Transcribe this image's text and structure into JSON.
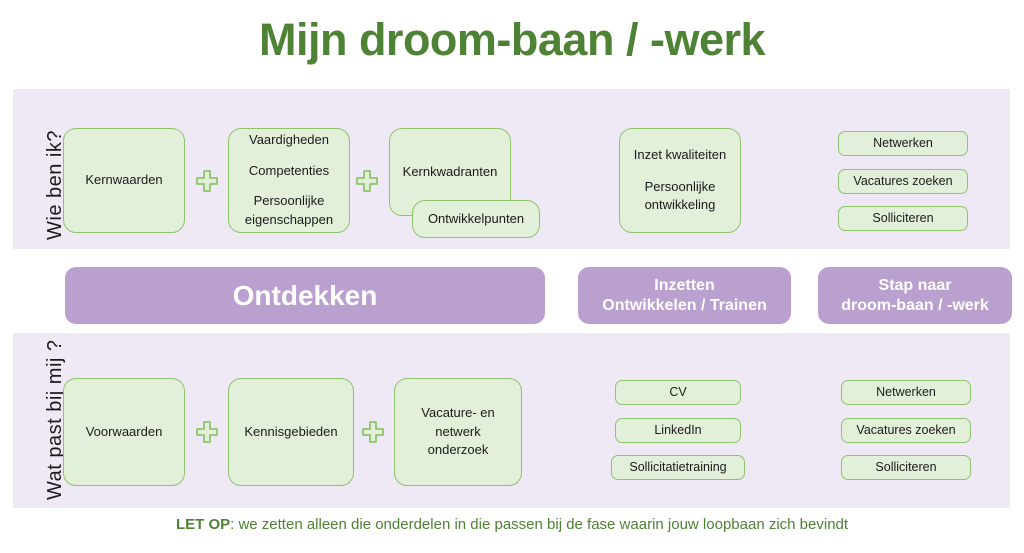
{
  "title": "Mijn droom-baan / -werk",
  "colors": {
    "title_green": "#4E8234",
    "panel_lavender": "#EFE9F5",
    "box_fill_green": "#E2EFD9",
    "box_border_green": "#8FC46F",
    "band_purple": "#B9A0CE",
    "band_text": "#FFFFFF",
    "footer_green": "#4E8234"
  },
  "rows": {
    "top": {
      "side_label": "Wie ben ik?",
      "boxes": {
        "kernwaarden": "Kernwaarden",
        "vaardigheden": "Vaardigheden",
        "competenties": "Competenties",
        "persoonlijke_eigenschappen_line1": "Persoonlijke",
        "persoonlijke_eigenschappen_line2": "eigenschappen",
        "kernkwadranten": "Kernkwadranten",
        "ontwikkelpunten": "Ontwikkelpunten",
        "inzet_kwaliteiten": "Inzet kwaliteiten",
        "persoonlijke_ontwikkeling_line1": "Persoonlijke",
        "persoonlijke_ontwikkeling_line2": "ontwikkeling"
      },
      "action_list": {
        "item1": "Netwerken",
        "item2": "Vacatures zoeken",
        "item3": "Solliciteren"
      }
    },
    "bands": {
      "ontdekken": "Ontdekken",
      "inzetten_line1": "Inzetten",
      "inzetten_line2": "Ontwikkelen / Trainen",
      "stap_line1": "Stap naar",
      "stap_line2": "droom-baan / -werk"
    },
    "bottom": {
      "side_label": "Wat past bij mij ?",
      "boxes": {
        "voorwaarden": "Voorwaarden",
        "kennisgebieden": "Kennisgebieden",
        "vacature_line1": "Vacature- en",
        "vacature_line2": "netwerk",
        "vacature_line3": "onderzoek"
      },
      "tools_list": {
        "item1": "CV",
        "item2": "LinkedIn",
        "item3": "Sollicitatietraining"
      },
      "action_list": {
        "item1": "Netwerken",
        "item2": "Vacatures zoeken",
        "item3": "Solliciteren"
      }
    }
  },
  "footer": {
    "prefix": "LET OP",
    "text": ": we zetten alleen die onderdelen in die passen bij de fase waarin jouw loopbaan zich bevindt"
  },
  "icons": {
    "plus": "plus-icon"
  }
}
